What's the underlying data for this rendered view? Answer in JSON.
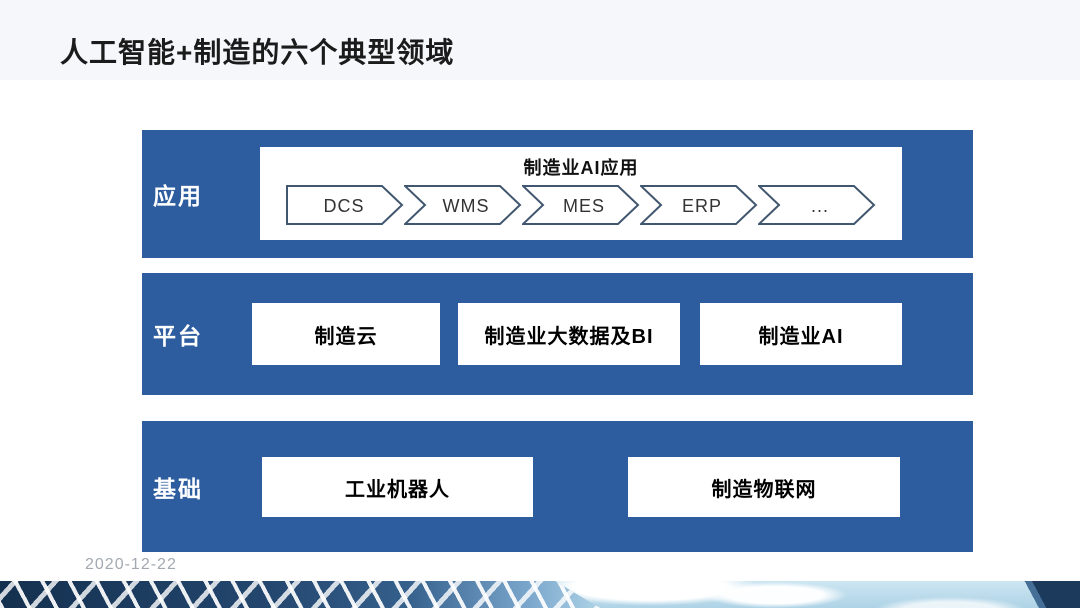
{
  "slide": {
    "title": "人工智能+制造的六个典型领域",
    "date": "2020-12-22"
  },
  "layers": [
    {
      "id": "application",
      "label": "应用",
      "container": {
        "title": "制造业AI应用",
        "chevrons": [
          "DCS",
          "WMS",
          "MES",
          "ERP",
          "..."
        ]
      }
    },
    {
      "id": "platform",
      "label": "平台",
      "boxes": [
        "制造云",
        "制造业大数据及BI",
        "制造业AI"
      ]
    },
    {
      "id": "foundation",
      "label": "基础",
      "boxes": [
        "工业机器人",
        "制造物联网"
      ]
    }
  ],
  "colors": {
    "band_blue": "#2e5d9f",
    "chevron_border": "#41566f",
    "header_tint": "#f5f7fa",
    "date_gray": "#a2a9b0"
  }
}
